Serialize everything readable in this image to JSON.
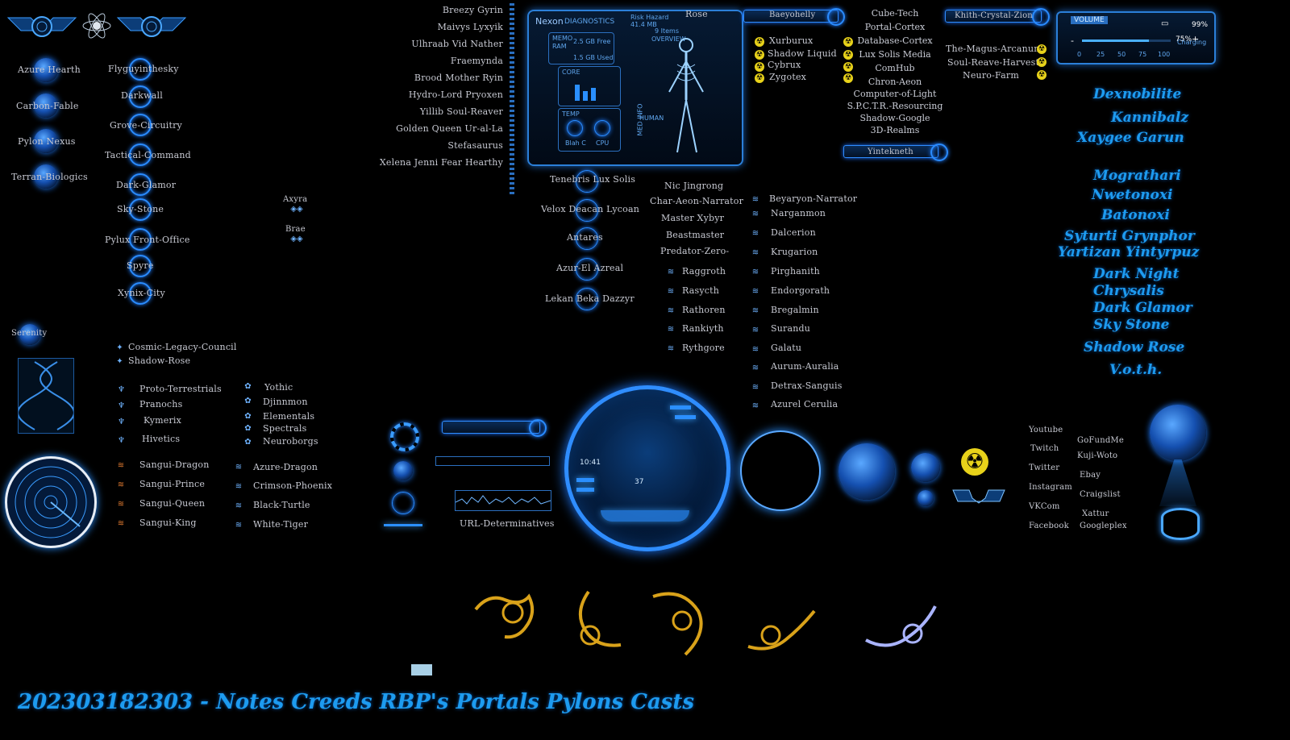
{
  "col_left_orbs": [
    "Azure Hearth",
    "Carbon-Fable",
    "Pylon Nexus",
    "Terran-Biologics"
  ],
  "col_left2": [
    "Flyguyinthesky",
    "Darkwall",
    "Grove-Circuitry",
    "Tactical-Command",
    "Dark-Glamor",
    "Sky-Stone",
    "Pylux Front-Office",
    "Spyre",
    "Xynix-City"
  ],
  "small_pair": [
    "Axyra",
    "Brae"
  ],
  "serenity": "Serenity",
  "council": [
    "Cosmic-Legacy-Council",
    "Shadow-Rose"
  ],
  "groups_a": [
    "Proto-Terrestrials",
    "Pranochs",
    "Kymerix",
    "Hivetics"
  ],
  "groups_b": [
    "Yothic",
    "Djinnmon",
    "Elementals",
    "Spectrals",
    "Neuroborgs"
  ],
  "dragons_a": [
    "Sangui-Dragon",
    "Sangui-Prince",
    "Sangui-Queen",
    "Sangui-King"
  ],
  "dragons_b": [
    "Azure-Dragon",
    "Crimson-Phoenix",
    "Black-Turtle",
    "White-Tiger"
  ],
  "names_right_aligned": [
    "Breezy Gyrin",
    "Maivys Lyxyik",
    "Ulhraab Vid Nather",
    "Fraemynda",
    "Brood Mother Ryin",
    "Hydro-Lord Pryoxen",
    "Yillib Soul-Reaver",
    "Golden Queen Ur-al-La",
    "Stefasaurus",
    "Xelena Jenni Fear Hearthy"
  ],
  "diag": {
    "brand": "Nexon",
    "title": "DIAGNOSTICS",
    "risk": "Risk Hazard",
    "risk_val": "41.4 MB",
    "items": "9 Items",
    "overview": "OVERVIEW",
    "memo": "MEMO",
    "ram": "RAM",
    "ram_val": "2.5 GB Free",
    "used": "1.5 GB Used",
    "core": "CORE",
    "temp": "TEMP",
    "human": "HUMAN",
    "med_info": "MED INFO",
    "blah": "Blah C",
    "cpu": "CPU"
  },
  "rose": "Rose",
  "center_list": [
    "Tenebris Lux Solis",
    "Velox Deacan Lycoan",
    "Antares",
    "Azur-El Azreal",
    "Lekan Beka Dazzyr"
  ],
  "mid_list": [
    "Nic Jingrong",
    "Char-Aeon-Narrator",
    "Master Xybyr",
    "Beastmaster",
    "Predator-Zero-"
  ],
  "mid_icon_list": [
    "Raggroth",
    "Rasycth",
    "Rathoren",
    "Rankiyth",
    "Rythgore"
  ],
  "bars_top": {
    "baeyohelly": "Baeyohelly",
    "yintekneth": "Yintekneth",
    "khith": "Khith-Crystal-Zion"
  },
  "rad_list": [
    "Xurburux",
    "Shadow Liquid",
    "Cybrux",
    "Zygotex"
  ],
  "tech_list": [
    "Cube-Tech",
    "Portal-Cortex",
    "Database-Cortex",
    "Lux Solis Media",
    "ComHub",
    "Chron-Aeon",
    "Computer-of-Light",
    "S.P.C.T.R.-Resourcing",
    "Shadow-Google",
    "3D-Realms"
  ],
  "magus_list": [
    "The-Magus-Arcanum",
    "Soul-Reave-Harvest",
    "Neuro-Farm"
  ],
  "right_icon_list": [
    "Beyaryon-Narrator",
    "Narganmon",
    "Dalcerion",
    "Krugarion",
    "Pirghanith",
    "Endorgorath",
    "Bregalmin",
    "Surandu",
    "Galatu",
    "Aurum-Auralia",
    "Detrax-Sanguis",
    "Azurel Cerulia"
  ],
  "volume": {
    "label": "VOLUME",
    "pct": "75%",
    "battery": "99%",
    "charging": "Charging",
    "level": 0.75,
    "ticks": [
      "0",
      "25",
      "50",
      "75",
      "100"
    ],
    "minus": "-",
    "plus": "+"
  },
  "blue_names": [
    "Dexnobilite",
    "Kannibalz",
    "Xaygee Garun",
    "Mograthari",
    "Nwetonoxi",
    "Batonoxi",
    "Syturti Grynphor",
    "Yartizan Yintyrpuz",
    "Dark Night",
    "Chrysalis",
    "Dark Glamor",
    "Sky Stone",
    "Shadow Rose",
    "V.o.t.h."
  ],
  "clock": {
    "time": "10:41",
    "num": "37"
  },
  "url_det": "URL-Determinatives",
  "social_a": [
    "Youtube",
    "Twitch",
    "Twitter",
    "Instagram",
    "VKCom",
    "Facebook"
  ],
  "social_b": [
    "GoFundMe",
    "Kuji-Woto",
    "Ebay",
    "Craigslist",
    "Xattur",
    "Googleplex"
  ],
  "footer": "202303182303 - Notes  Creeds RBP's Portals Pylons Casts",
  "colors": {
    "accent": "#1d9bf0",
    "panel": "#2b7fd8",
    "radiation": "#e8d21a",
    "dragon_gold": "#d9a21a"
  }
}
